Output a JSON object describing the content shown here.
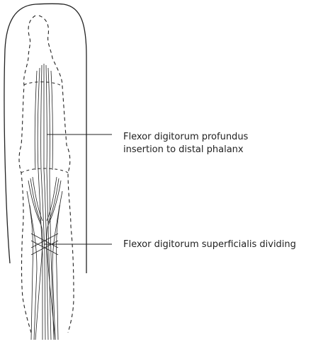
{
  "diagram": {
    "labels": {
      "fdp_line1": "Flexor digitorum profundus",
      "fdp_line2": "insertion to distal phalanx",
      "fds": "Flexor digitorum superficialis dividing"
    },
    "colors": {
      "ink": "#222222",
      "background": "#ffffff"
    }
  }
}
